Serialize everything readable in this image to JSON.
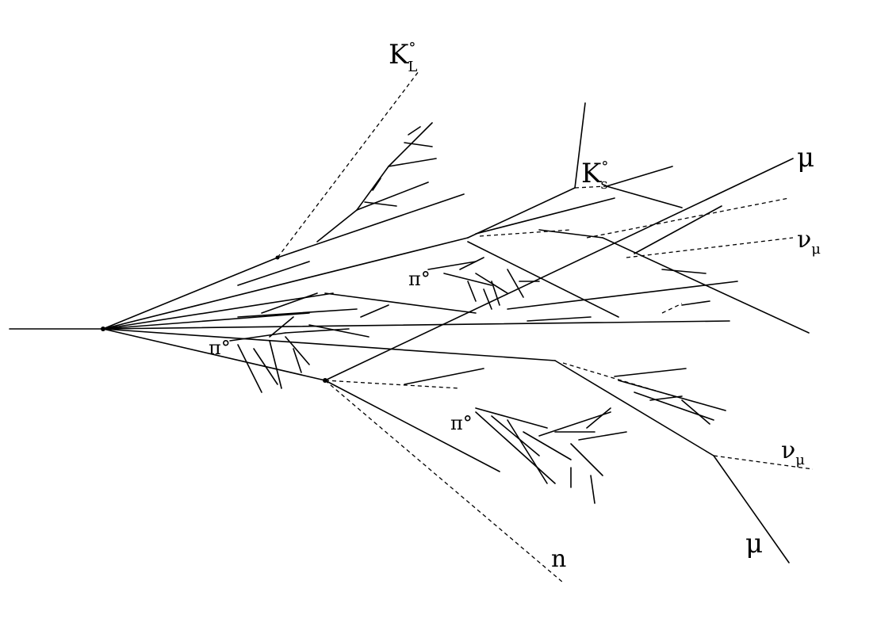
{
  "labels": {
    "kl": "K",
    "kl_sup": "°",
    "kl_sub": "L",
    "ks": "K",
    "ks_sup": "°",
    "ks_sub": "s",
    "mu_top": "μ",
    "mu_bottom": "μ",
    "numu_top": "ν",
    "numu_top_sub": "μ",
    "numu_bottom": "ν",
    "numu_bottom_sub": "μ",
    "pi0_upper": "π°",
    "pi0_left": "π°",
    "pi0_lower": "π°",
    "n": "n"
  }
}
